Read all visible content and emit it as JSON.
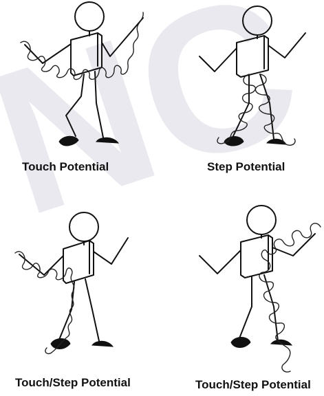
{
  "watermark": {
    "text": "NC",
    "color": "#e6e6ee"
  },
  "colors": {
    "ink": "#111111",
    "background": "#ffffff"
  },
  "panels": [
    {
      "label": "Touch Potential",
      "current_path": "hand-to-hand through body"
    },
    {
      "label": "Step Potential",
      "current_path": "foot-to-foot through legs"
    },
    {
      "label": "Touch/Step Potential",
      "current_path": "hand to foot (left side)"
    },
    {
      "label": "Touch/Step Potential",
      "current_path": "hand to foot (right side)"
    }
  ]
}
